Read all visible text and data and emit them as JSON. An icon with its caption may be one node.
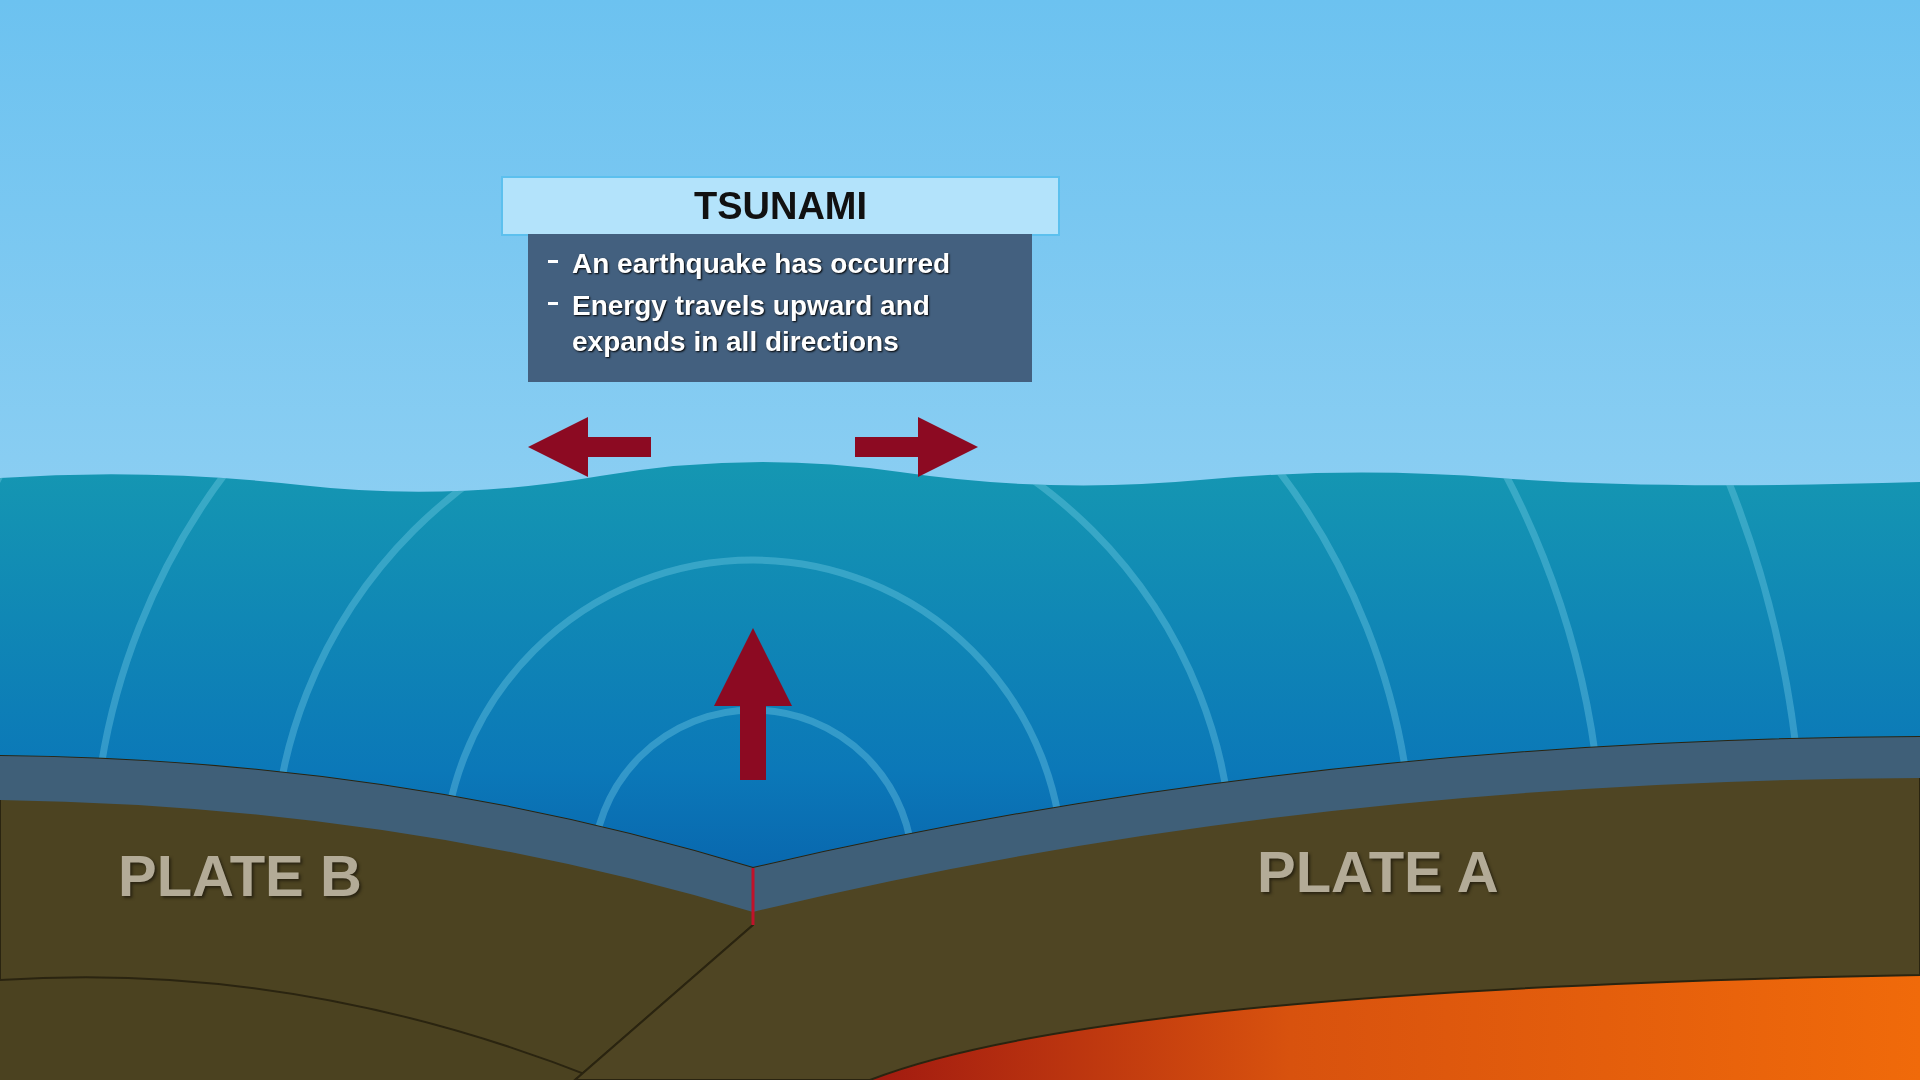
{
  "diagram": {
    "title": "TSUNAMI",
    "labels": [
      "An earthquake has occurred",
      "Energy travels upward and expands in all directions",
      "PLATE B",
      "PLATE A"
    ]
  }
}
